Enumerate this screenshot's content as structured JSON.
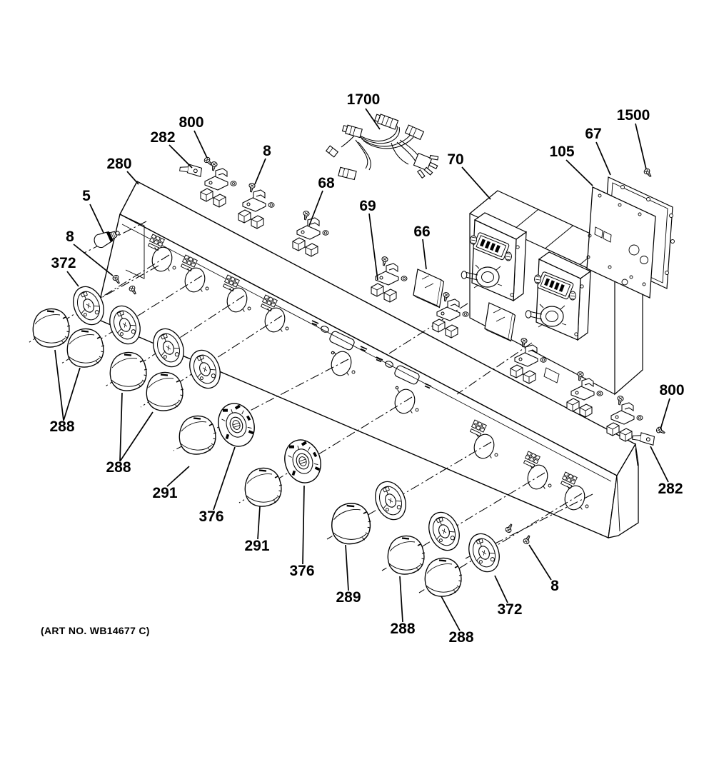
{
  "diagram": {
    "art_no": "(ART NO. WB14677 C)",
    "colors": {
      "ink": "#000000",
      "paper": "#ffffff"
    },
    "callouts": [
      {
        "label": "1700",
        "part": "wire-harness"
      },
      {
        "label": "800",
        "part": "screw-panel-end-left"
      },
      {
        "label": "282",
        "part": "end-bracket-left"
      },
      {
        "label": "8",
        "part": "screw-top"
      },
      {
        "label": "280",
        "part": "control-panel"
      },
      {
        "label": "68",
        "part": "switch-bracket"
      },
      {
        "label": "70",
        "part": "rear-housing"
      },
      {
        "label": "105",
        "part": "control-board"
      },
      {
        "label": "67",
        "part": "board-frame"
      },
      {
        "label": "1500",
        "part": "screw-board"
      },
      {
        "label": "69",
        "part": "switch-holder-clip"
      },
      {
        "label": "66",
        "part": "display-window-glass"
      },
      {
        "label": "5",
        "part": "indicator-light"
      },
      {
        "label": "8",
        "part": "screw-lower-left"
      },
      {
        "label": "372",
        "part": "bezel-ring-left"
      },
      {
        "label": "288",
        "part": "burner-knobs-1-2"
      },
      {
        "label": "288",
        "part": "burner-knobs-3-4"
      },
      {
        "label": "291",
        "part": "knob-left-center"
      },
      {
        "label": "376",
        "part": "bezel-deco-left"
      },
      {
        "label": "291",
        "part": "knob-center"
      },
      {
        "label": "376",
        "part": "bezel-deco-center"
      },
      {
        "label": "289",
        "part": "oven-knob"
      },
      {
        "label": "288",
        "part": "burner-knob-7"
      },
      {
        "label": "288",
        "part": "burner-knob-8"
      },
      {
        "label": "372",
        "part": "bezel-ring-right"
      },
      {
        "label": "8",
        "part": "screw-lower-right"
      },
      {
        "label": "800",
        "part": "screw-panel-end-right"
      },
      {
        "label": "282",
        "part": "end-bracket-right"
      }
    ]
  }
}
